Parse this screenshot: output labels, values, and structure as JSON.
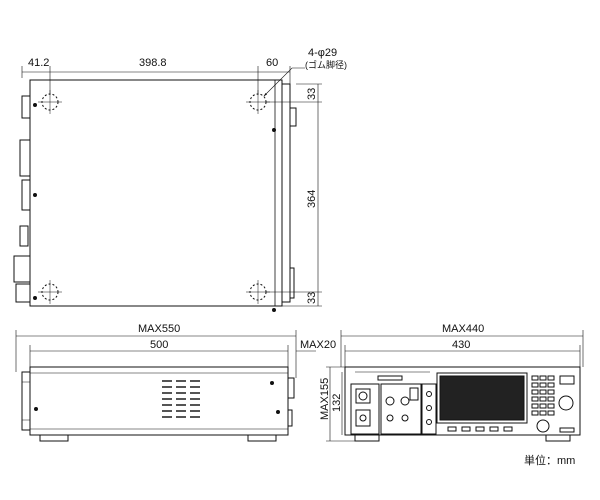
{
  "top_view": {
    "dims": {
      "left_offset": "41.2",
      "hole_spacing": "398.8",
      "right_offset": "60",
      "foot_callout_line1": "4-φ29",
      "foot_callout_line2": "(ゴム脚径)",
      "top_margin": "33",
      "mid_span": "364",
      "bottom_margin": "33"
    }
  },
  "side_view": {
    "dims": {
      "max_length": "MAX550",
      "body_length": "500",
      "max_protrusion": "MAX20"
    }
  },
  "front_view": {
    "dims": {
      "max_width": "MAX440",
      "body_width": "430",
      "max_height": "MAX155",
      "body_height": "132"
    }
  },
  "unit_label": "単位：mm",
  "colors": {
    "line": "#111111",
    "panel_screen": "#222222"
  }
}
